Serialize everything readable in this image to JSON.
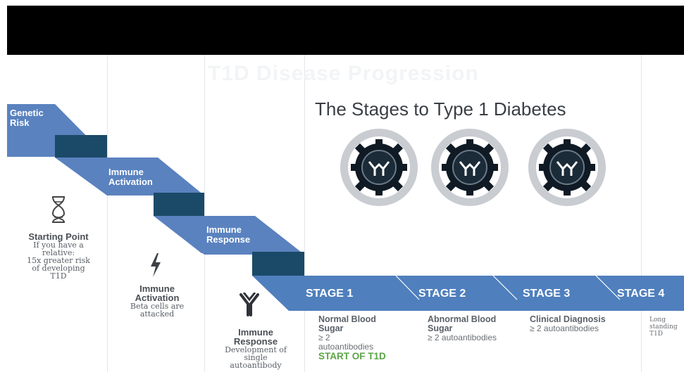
{
  "main_title": "T1D Disease Progression",
  "sub_title": "The Stages to Type 1 Diabetes",
  "steps": [
    {
      "label_line1": "Genetic",
      "label_line2": "Risk"
    },
    {
      "label_line1": "Immune",
      "label_line2": "Activation"
    },
    {
      "label_line1": "Immune",
      "label_line2": "Response"
    }
  ],
  "stages": [
    "STAGE 1",
    "STAGE 2",
    "STAGE 3",
    "STAGE 4"
  ],
  "icons": [
    {
      "name": "dna-icon",
      "head": "Starting Point",
      "lines": [
        "If you have a",
        "relative:",
        "15x greater risk",
        "of developing",
        "T1D"
      ]
    },
    {
      "name": "lightning-icon",
      "head_lines": [
        "Immune",
        "Activation"
      ],
      "lines": [
        "Beta cells are",
        "attacked"
      ]
    },
    {
      "name": "antibody-icon",
      "head_lines": [
        "Immune",
        "Response"
      ],
      "lines": [
        "Development of",
        "single",
        "autoantibody"
      ]
    }
  ],
  "stage_descriptions": [
    {
      "head_lines": [
        "Normal Blood",
        "Sugar"
      ],
      "lines": [
        "≥ 2",
        "autoantibodies"
      ],
      "highlight": "START OF T1D"
    },
    {
      "head_lines": [
        "Abnormal Blood",
        "Sugar"
      ],
      "lines": [
        "≥ 2 autoantibodies"
      ]
    },
    {
      "head_lines": [
        "Clinical Diagnosis"
      ],
      "lines": [
        "≥ 2 autoantibodies"
      ]
    },
    {
      "lines": [
        "Long",
        "standing",
        "T1D"
      ]
    }
  ],
  "colors": {
    "step_blue": "#5a82bf",
    "step_dark": "#1b4a68",
    "stage_blue": "#4f7fbd",
    "gear_ring": "#c9ccd1",
    "gear_dark": "#0f1a24",
    "green_text": "#5aa445"
  }
}
